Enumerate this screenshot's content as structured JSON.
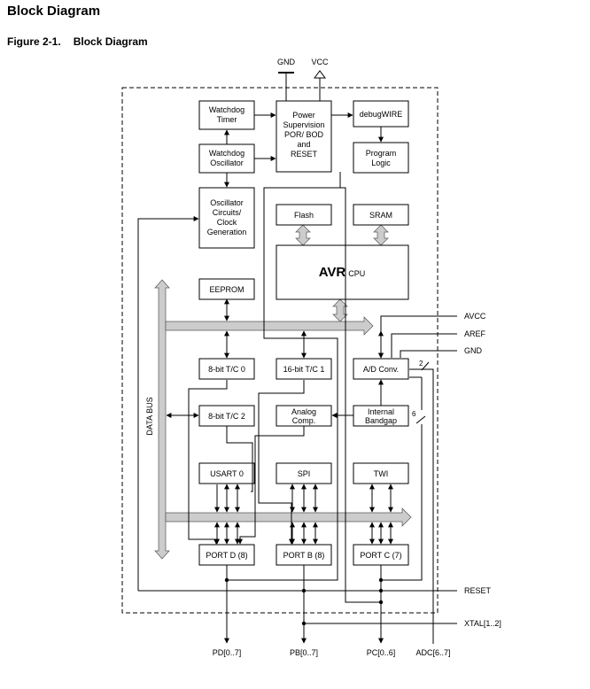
{
  "page": {
    "heading": "Block Diagram",
    "figure_number": "Figure 2-1.",
    "figure_title": "Block Diagram"
  },
  "supply": {
    "gnd": "GND",
    "vcc": "VCC"
  },
  "blocks": {
    "watchdog_timer": [
      "Watchdog",
      "Timer"
    ],
    "watchdog_oscillator": [
      "Watchdog",
      "Oscillator"
    ],
    "oscillator_circuits": [
      "Oscillator",
      "Circuits/",
      "Clock",
      "Generation"
    ],
    "power_supervision": [
      "Power",
      "Supervision",
      "POR/ BOD",
      "and",
      "RESET"
    ],
    "debugwire": [
      "debugWIRE"
    ],
    "program_logic": [
      "Program",
      "Logic"
    ],
    "flash": [
      "Flash"
    ],
    "sram": [
      "SRAM"
    ],
    "eeprom": [
      "EEPROM"
    ],
    "tc0": [
      "8-bit T/C 0"
    ],
    "tc1": [
      "16-bit T/C 1"
    ],
    "adc": [
      "A/D Conv."
    ],
    "tc2": [
      "8-bit T/C 2"
    ],
    "analog_comp": [
      "Analog",
      "Comp."
    ],
    "internal_bandgap": [
      "Internal",
      "Bandgap"
    ],
    "usart0": [
      "USART 0"
    ],
    "spi": [
      "SPI"
    ],
    "twi": [
      "TWI"
    ],
    "portd": [
      "PORT D (8)"
    ],
    "portb": [
      "PORT B (8)"
    ],
    "portc": [
      "PORT C (7)"
    ]
  },
  "cpu": {
    "name": "AVR",
    "suffix": "CPU"
  },
  "data_bus_label": "DATA BUS",
  "signals": {
    "avcc": "AVCC",
    "aref": "AREF",
    "gnd": "GND",
    "reset": "RESET",
    "xtal": "XTAL[1..2]",
    "pd": "PD[0..7]",
    "pb": "PB[0..7]",
    "pc": "PC[0..6]",
    "adc": "ADC[6..7]"
  },
  "bus_widths": {
    "adc_inputs": "2",
    "bandgap_path": "6"
  }
}
